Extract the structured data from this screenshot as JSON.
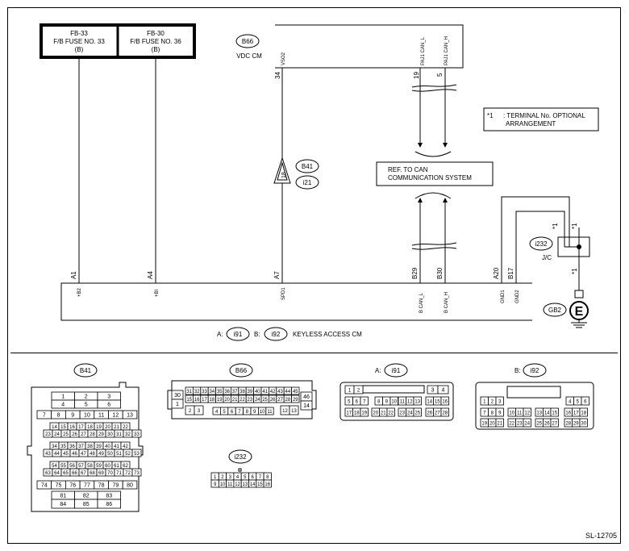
{
  "fuses": [
    {
      "id": "FB-33",
      "name": "F/B FUSE NO. 33",
      "sub": "(B)"
    },
    {
      "id": "FB-30",
      "name": "F/B FUSE NO. 36",
      "sub": "(B)"
    }
  ],
  "vdc": {
    "connector": "B66",
    "label": "VDC CM",
    "pins": [
      {
        "name": "VSO2",
        "num": "34"
      },
      {
        "name": "PAJ1 CAN_L",
        "num": "19"
      },
      {
        "name": "PAJ1 CAN_H",
        "num": "5"
      }
    ]
  },
  "b41_marker": {
    "num": "18",
    "c1": "B41",
    "c2": "i21"
  },
  "note": {
    "mark": "*1",
    "line1": ": TERMINAL No. OPTIONAL",
    "line2": "ARRANGEMENT"
  },
  "ref_box": {
    "line1": "REF. TO CAN",
    "line2": "COMMUNICATION SYSTEM"
  },
  "jc": {
    "connector": "i232",
    "label": "J/C",
    "mark": "*1"
  },
  "ground": {
    "connector": "GB2",
    "symbol": "E"
  },
  "keyless": {
    "pins": [
      {
        "num": "A1",
        "name": "+B2"
      },
      {
        "num": "A4",
        "name": "+BI"
      },
      {
        "num": "A7",
        "name": "SPD1"
      },
      {
        "num": "B29",
        "name": "B CAN_L"
      },
      {
        "num": "B30",
        "name": "B CAN_H"
      },
      {
        "num": "A20",
        "name": "GND1"
      },
      {
        "num": "B17",
        "name": "GND2"
      }
    ],
    "prefix_a": "A:",
    "conn_a": "i91",
    "prefix_b": "B:",
    "conn_b": "i92",
    "label": "KEYLESS ACCESS CM"
  },
  "connectors": {
    "b41": {
      "name": "B41",
      "rows": [
        [
          "1",
          "2",
          "3"
        ],
        [
          "4",
          "5",
          "6"
        ],
        [
          "7",
          "8",
          "9",
          "10",
          "11",
          "12",
          "13"
        ],
        [
          "14",
          "15",
          "16",
          "17",
          "18",
          "19",
          "20",
          "21",
          "22"
        ],
        [
          "23",
          "24",
          "25",
          "26",
          "27",
          "28",
          "29",
          "30",
          "31",
          "32",
          "33"
        ],
        [
          "34",
          "35",
          "36",
          "37",
          "38",
          "39",
          "40",
          "41",
          "42"
        ],
        [
          "43",
          "44",
          "45",
          "46",
          "47",
          "48",
          "49",
          "50",
          "51",
          "52",
          "53"
        ],
        [
          "54",
          "55",
          "56",
          "57",
          "58",
          "59",
          "60",
          "61",
          "62"
        ],
        [
          "63",
          "64",
          "65",
          "66",
          "67",
          "68",
          "69",
          "70",
          "71",
          "72",
          "73"
        ],
        [
          "74",
          "75",
          "76",
          "77",
          "78",
          "79",
          "80"
        ],
        [
          "81",
          "82",
          "83"
        ],
        [
          "84",
          "85",
          "86"
        ]
      ]
    },
    "b66": {
      "name": "B66",
      "left": [
        "30",
        "1"
      ],
      "right": [
        "46",
        "14"
      ],
      "row1": [
        "31",
        "32",
        "33",
        "34",
        "35",
        "36",
        "37",
        "38",
        "39",
        "40",
        "41",
        "42",
        "43",
        "44",
        "45"
      ],
      "row2": [
        "15",
        "16",
        "17",
        "18",
        "19",
        "20",
        "21",
        "22",
        "23",
        "24",
        "25",
        "26",
        "27",
        "28",
        "29"
      ],
      "row3a": [
        "2",
        "3"
      ],
      "row3b": [
        "4",
        "5",
        "6",
        "7",
        "8",
        "9",
        "10",
        "11"
      ],
      "row3c": [
        "12",
        "13"
      ]
    },
    "i91": {
      "prefix": "A:",
      "name": "i91",
      "r1a": [
        "1",
        "2"
      ],
      "r1b": [
        "3",
        "4"
      ],
      "r2a": [
        "5",
        "6",
        "7"
      ],
      "r2b": [
        "8",
        "9",
        "10"
      ],
      "r2c": [
        "11",
        "12",
        "13"
      ],
      "r2d": [
        "14",
        "15",
        "16"
      ],
      "r3a": [
        "17",
        "18",
        "19"
      ],
      "r3b": [
        "20",
        "21",
        "22"
      ],
      "r3c": [
        "23",
        "24",
        "25"
      ],
      "r3d": [
        "26",
        "27",
        "28"
      ]
    },
    "i92": {
      "prefix": "B:",
      "name": "i92",
      "r1a": [
        "1",
        "2",
        "3"
      ],
      "r1b": [
        "4",
        "5",
        "6"
      ],
      "r2a": [
        "7",
        "8",
        "9"
      ],
      "r2b": [
        "10",
        "11",
        "12"
      ],
      "r2c": [
        "13",
        "14",
        "15"
      ],
      "r2d": [
        "16",
        "17",
        "18"
      ],
      "r3a": [
        "19",
        "20",
        "21"
      ],
      "r3b": [
        "22",
        "23",
        "24"
      ],
      "r3c": [
        "25",
        "26",
        "27"
      ],
      "r3d": [
        "28",
        "29",
        "30"
      ]
    },
    "i232": {
      "name": "i232",
      "row1": [
        "1",
        "2",
        "3",
        "4",
        "5",
        "6",
        "7",
        "8"
      ],
      "row2": [
        "9",
        "10",
        "11",
        "12",
        "13",
        "14",
        "15",
        "16"
      ]
    }
  },
  "figure_id": "SL-12705"
}
